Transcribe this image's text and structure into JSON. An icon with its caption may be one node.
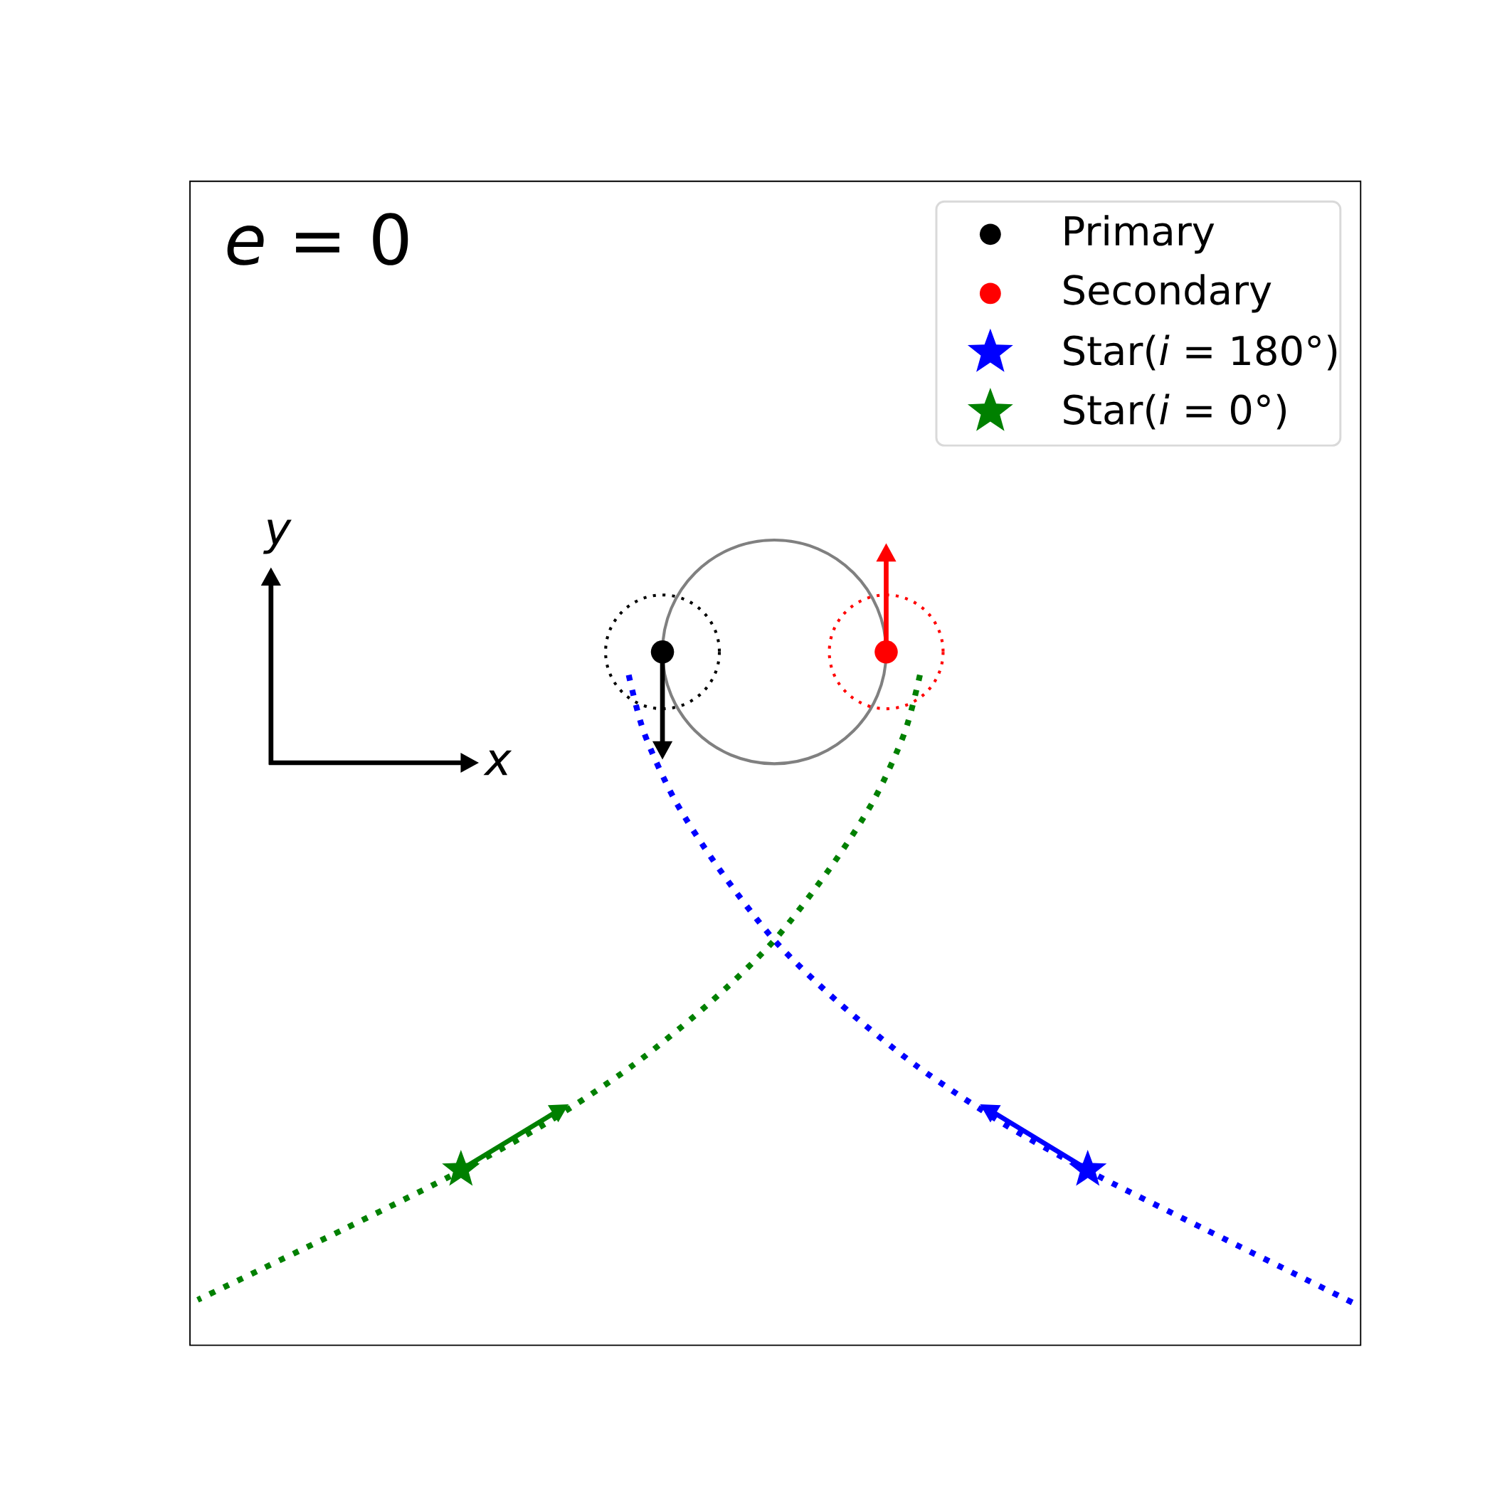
{
  "diagram": {
    "labels": [
      "*e* = 0",
      "x",
      "y"
    ],
    "legend": [
      {
        "text": "Primary",
        "color": "#000000"
      },
      {
        "text": "Secondary",
        "color": "#ff0000"
      },
      {
        "text": "Star(*i* = 180°)",
        "color": "#0000ff"
      },
      {
        "text": "Star(*i* = 0°)",
        "color": "#008000"
      }
    ]
  }
}
